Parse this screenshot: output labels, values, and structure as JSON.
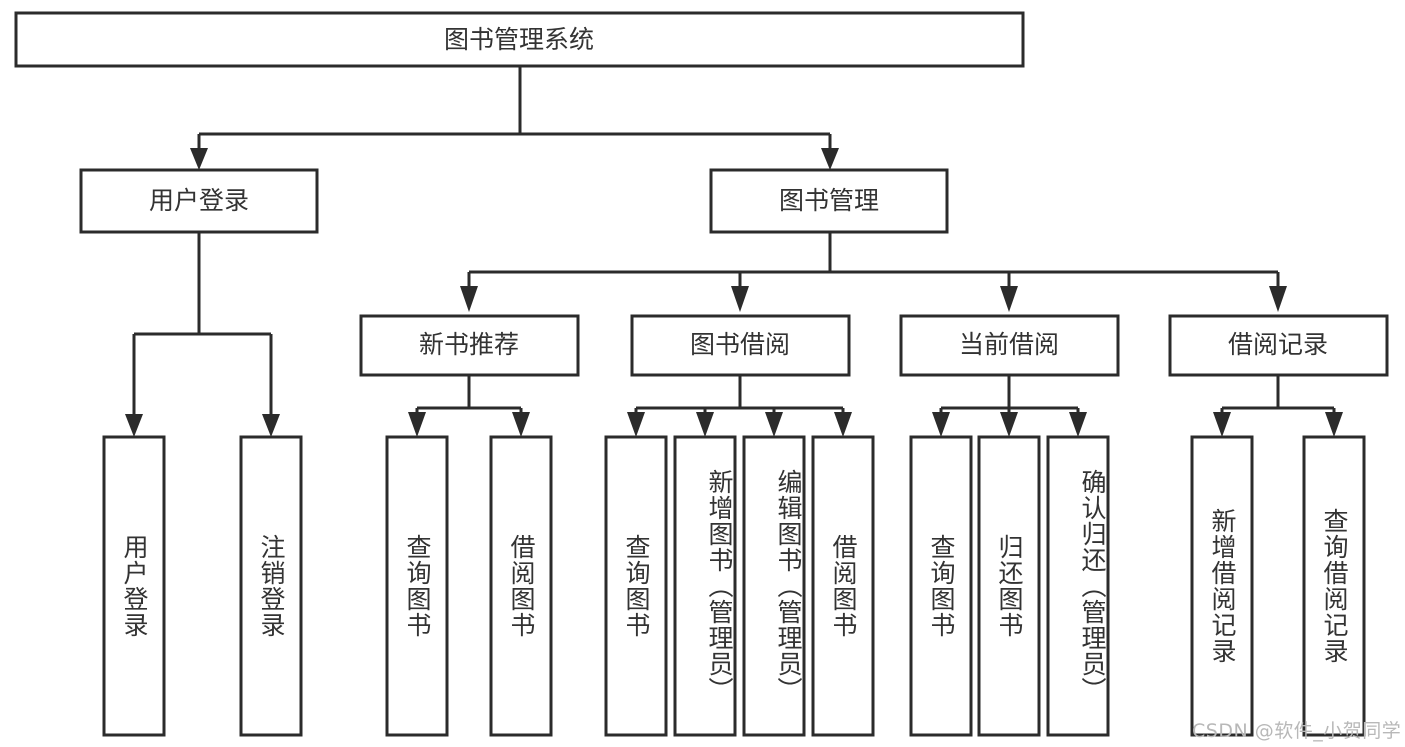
{
  "diagram": {
    "title": "图书管理系统",
    "type": "tree-hierarchy-chart",
    "root": {
      "id": "root",
      "label": "图书管理系统",
      "orientation": "horizontal"
    },
    "level2": [
      {
        "id": "user-login",
        "label": "用户登录",
        "orientation": "horizontal"
      },
      {
        "id": "book-manage",
        "label": "图书管理",
        "orientation": "horizontal"
      }
    ],
    "level3": [
      {
        "id": "new-book-recommend",
        "label": "新书推荐",
        "orientation": "horizontal"
      },
      {
        "id": "book-borrow",
        "label": "图书借阅",
        "orientation": "horizontal"
      },
      {
        "id": "current-borrow",
        "label": "当前借阅",
        "orientation": "horizontal"
      },
      {
        "id": "borrow-record",
        "label": "借阅记录",
        "orientation": "horizontal"
      }
    ],
    "leaves": [
      {
        "id": "leaf-user-login",
        "label": "用户登录",
        "parent": "user-login",
        "orientation": "vertical"
      },
      {
        "id": "leaf-logout-login",
        "label": "注销登录",
        "parent": "user-login",
        "orientation": "vertical"
      },
      {
        "id": "leaf-query-book-1",
        "label": "查询图书",
        "parent": "new-book-recommend",
        "orientation": "vertical"
      },
      {
        "id": "leaf-borrow-book-1",
        "label": "借阅图书",
        "parent": "new-book-recommend",
        "orientation": "vertical"
      },
      {
        "id": "leaf-query-book-2",
        "label": "查询图书",
        "parent": "book-borrow",
        "orientation": "vertical"
      },
      {
        "id": "leaf-add-book",
        "label": "新增图书（管理员）",
        "parent": "book-borrow",
        "orientation": "vertical"
      },
      {
        "id": "leaf-edit-book",
        "label": "编辑图书（管理员）",
        "parent": "book-borrow",
        "orientation": "vertical"
      },
      {
        "id": "leaf-borrow-book-2",
        "label": "借阅图书",
        "parent": "book-borrow",
        "orientation": "vertical"
      },
      {
        "id": "leaf-query-book-3",
        "label": "查询图书",
        "parent": "current-borrow",
        "orientation": "vertical"
      },
      {
        "id": "leaf-return-book",
        "label": "归还图书",
        "parent": "current-borrow",
        "orientation": "vertical"
      },
      {
        "id": "leaf-confirm-return",
        "label": "确认归还（管理员）",
        "parent": "current-borrow",
        "orientation": "vertical"
      },
      {
        "id": "leaf-add-record",
        "label": "新增借阅记录",
        "parent": "borrow-record",
        "orientation": "vertical"
      },
      {
        "id": "leaf-query-record",
        "label": "查询借阅记录",
        "parent": "borrow-record",
        "orientation": "vertical"
      }
    ],
    "colors": {
      "box_fill": "#ffffff",
      "box_stroke": "#2b2b2b",
      "text": "#333333",
      "connector": "#2b2b2b",
      "background": "#ffffff",
      "watermark": "#b8b8b8"
    }
  },
  "watermark": {
    "text": "CSDN @软件_小贺同学"
  }
}
